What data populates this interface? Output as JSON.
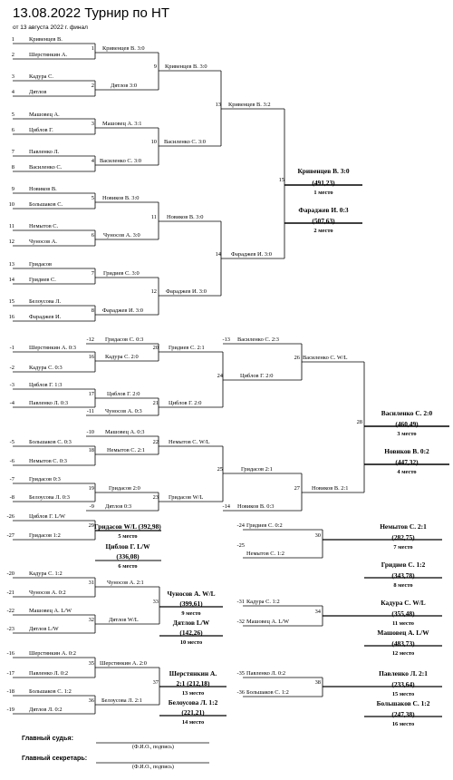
{
  "header": {
    "title": "13.08.2022 Турнир по НТ",
    "subtitle": "от 13 августа 2022 г. финал"
  },
  "main_players": [
    {
      "seed": "1",
      "name": "Кривенцев В."
    },
    {
      "seed": "2",
      "name": "Шерстянкин А."
    },
    {
      "seed": "3",
      "name": "Кадура С."
    },
    {
      "seed": "4",
      "name": "Дятлов"
    },
    {
      "seed": "5",
      "name": "Машовец А."
    },
    {
      "seed": "6",
      "name": "Циблов Г."
    },
    {
      "seed": "7",
      "name": "Павленко Л."
    },
    {
      "seed": "8",
      "name": "Василенко С."
    },
    {
      "seed": "9",
      "name": "Новиков В."
    },
    {
      "seed": "10",
      "name": "Большаков С."
    },
    {
      "seed": "11",
      "name": "Немытов С."
    },
    {
      "seed": "12",
      "name": "Чуносов А."
    },
    {
      "seed": "13",
      "name": "Гридасов"
    },
    {
      "seed": "14",
      "name": "Гридиев С."
    },
    {
      "seed": "15",
      "name": "Белоусова Л."
    },
    {
      "seed": "16",
      "name": "Фараджев И."
    }
  ],
  "main_r1": [
    {
      "num": "1",
      "result": "Кривенцев В. 3:0"
    },
    {
      "num": "2",
      "result": "Дятлов 3:0"
    },
    {
      "num": "3",
      "result": "Машовец А. 3:1"
    },
    {
      "num": "4",
      "result": "Василенко С. 3:0"
    },
    {
      "num": "5",
      "result": "Новиков В. 3:0"
    },
    {
      "num": "6",
      "result": "Чуносов А. 3:0"
    },
    {
      "num": "7",
      "result": "Гридиев С. 3:0"
    },
    {
      "num": "8",
      "result": "Фараджев И. 3:0"
    }
  ],
  "main_r2": [
    {
      "num": "9",
      "result": "Кривенцев В. 3:0"
    },
    {
      "num": "10",
      "result": "Василенко С. 3:0"
    },
    {
      "num": "11",
      "result": "Новиков В. 3:0"
    },
    {
      "num": "12",
      "result": "Фараджев И. 3:0"
    }
  ],
  "main_r3": [
    {
      "num": "13",
      "result": "Кривенцев В. 3:2"
    },
    {
      "num": "14",
      "result": "Фараджев И. 3:0"
    }
  ],
  "main_final": {
    "num": "15",
    "winner": "Кривенцев В. 3:0",
    "winner_rating": "(491,23)",
    "winner_place": "1 место",
    "loser": "Фараджев И. 0:3",
    "loser_rating": "(507,63)",
    "loser_place": "2 место"
  },
  "cons_entries": [
    {
      "seed": "-12",
      "name": "Гридасов С. 0:3"
    },
    {
      "seed": "-1",
      "name": "Шерстянкин А. 0:3"
    },
    {
      "seed": "-2",
      "name": "Кадура С. 0:3"
    },
    {
      "seed": "-3",
      "name": "Циблов Г. 1:3"
    },
    {
      "seed": "-4",
      "name": "Павленко Л. 0:3"
    },
    {
      "seed": "-11",
      "name": "Чуносов А. 0:3"
    },
    {
      "seed": "-10",
      "name": "Машовец А. 0:3"
    },
    {
      "seed": "-5",
      "name": "Большаков С. 0:3"
    },
    {
      "seed": "-6",
      "name": "Немытов С. 0:3"
    },
    {
      "seed": "-7",
      "name": "Гридасов 0:3"
    },
    {
      "seed": "-8",
      "name": "Белоусова Л. 0:3"
    },
    {
      "seed": "-9",
      "name": "Дятлов 0:3"
    }
  ],
  "cons_r1": [
    {
      "num": "16",
      "result": "Кадура С. 2:0"
    },
    {
      "num": "17",
      "result": "Циблов Г. 2:0"
    },
    {
      "num": "18",
      "result": "Немытов С. 2:1"
    },
    {
      "num": "19",
      "result": "Гридасов 2:0"
    }
  ],
  "cons_r2": [
    {
      "num": "20",
      "result": "Гридиев С. 2:1"
    },
    {
      "num": "21",
      "result": "Циблов Г. 2:0"
    },
    {
      "num": "22",
      "result": "Немытов С. W/L"
    },
    {
      "num": "23",
      "result": "Гридасов W/L"
    }
  ],
  "cons_r3": [
    {
      "num": "24",
      "result": "Циблов Г. 2:0"
    },
    {
      "num": "25",
      "result": "Гридасов 2:1"
    }
  ],
  "cons_r3_in": [
    {
      "seed": "-13",
      "name": "Василенко С. 2:3"
    },
    {
      "seed": "-14",
      "name": "Новиков В. 0:3"
    }
  ],
  "cons_r4": [
    {
      "num": "26",
      "result": "Василенко С. W/L"
    },
    {
      "num": "27",
      "result": "Новиков В. 2:1"
    }
  ],
  "place3": {
    "num": "28",
    "winner": "Василенко С. 2:0",
    "winner_rating": "(460,49)",
    "winner_place": "3 место",
    "loser": "Новиков В. 0:2",
    "loser_rating": "(447,32)",
    "loser_place": "4 место"
  },
  "m29": {
    "entry1_seed": "-26",
    "entry1_name": "Циблов Г. L/W",
    "entry2_seed": "-27",
    "entry2_name": "Гридасов 1:2",
    "num": "29",
    "winner": "Гридасов W/L (392,98)",
    "winner_place": "5 место",
    "loser": "Циблов Г. L/W",
    "loser_rating": "(336,08)",
    "loser_place": "6 место"
  },
  "m30": {
    "entry1_seed": "-24",
    "entry1_name": "Гридиев С. 0:2",
    "entry2_seed": "-25",
    "entry2_name": "Немытов С. 1:2",
    "num": "30",
    "winner": "Немытов С. 2:1",
    "winner_rating": "(282,75)",
    "winner_place": "7 место",
    "loser": "Гридиев С. 1:2",
    "loser_rating": "(343,78)",
    "loser_place": "8 место"
  },
  "m31_32": {
    "entries": [
      {
        "seed": "-20",
        "name": "Кадура С. 1:2"
      },
      {
        "seed": "-21",
        "name": "Чуносов А. 0:2"
      },
      {
        "seed": "-22",
        "name": "Машовец А. L/W"
      },
      {
        "seed": "-23",
        "name": "Дятлов L/W"
      }
    ],
    "m31_num": "31",
    "m31_result": "Чуносов А. 2:1",
    "m32_num": "32",
    "m32_result": "Дятлов W/L",
    "m33_num": "33",
    "winner": "Чуносов А. W/L",
    "winner_rating": "(399,61)",
    "winner_place": "9 место",
    "loser": "Дятлов L/W",
    "loser_rating": "(142,26)",
    "loser_place": "10 место"
  },
  "m34": {
    "entry1_seed": "-31",
    "entry1_name": "Кадура С. 1:2",
    "entry2_seed": "-32",
    "entry2_name": "Машовец А. L/W",
    "num": "34",
    "winner": "Кадура С. W/L",
    "winner_rating": "(355,48)",
    "winner_place": "11 место",
    "loser": "Машовец А. L/W",
    "loser_rating": "(483,73)",
    "loser_place": "12 место"
  },
  "m35_37": {
    "entries": [
      {
        "seed": "-16",
        "name": "Шерстянкин А. 0:2"
      },
      {
        "seed": "-17",
        "name": "Павленко Л. 0:2"
      },
      {
        "seed": "-18",
        "name": "Большаков С. 1:2"
      },
      {
        "seed": "-19",
        "name": "Дятлов Л. 0:2"
      }
    ],
    "m35_num": "35",
    "m35_result": "Шерстянкин А. 2:0",
    "m36_num": "36",
    "m36_result": "Белоусова Л. 2:1",
    "m37_num": "37",
    "winner": "Шерстянкин А.",
    "winner_line2": "2:1 (212,18)",
    "winner_place": "13 место",
    "loser": "Белоусова Л. 1:2",
    "loser_rating": "(221,21)",
    "loser_place": "14 место"
  },
  "m38": {
    "entry1_seed": "-35",
    "entry1_name": "Павленко Л. 0:2",
    "entry2_seed": "-36",
    "entry2_name": "Большаков С. 1:2",
    "num": "38",
    "winner": "Павленко Л. 2:1",
    "winner_rating": "(233,64)",
    "winner_place": "15 место",
    "loser": "Большаков С. 1:2",
    "loser_rating": "(247,38)",
    "loser_place": "16 место"
  },
  "footer": {
    "judge_label": "Главный судья:",
    "secretary_label": "Главный секретарь:",
    "signature_hint": "(Ф.И.О., подпись)"
  }
}
